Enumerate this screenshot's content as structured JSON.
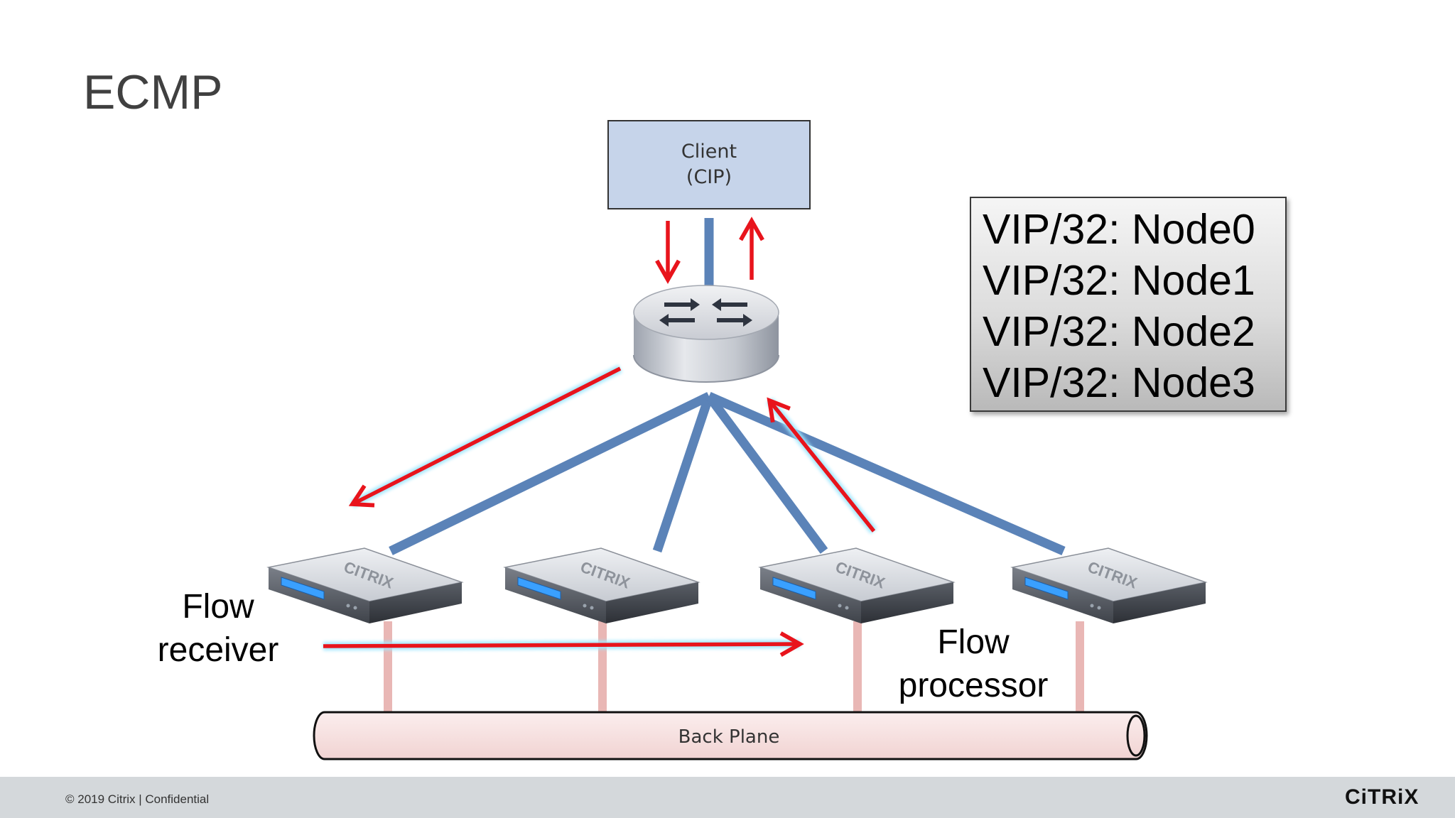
{
  "slide": {
    "title": "ECMP"
  },
  "diagram": {
    "client_line1": "Client",
    "client_line2": "(CIP)",
    "router_icon": "router-icon",
    "appliance_icon": "netscaler-appliance-icon",
    "appliance_brand": "CITRIX",
    "backplane_label": "Back Plane",
    "flow_receiver_line1": "Flow",
    "flow_receiver_line2": "receiver",
    "flow_processor_line1": "Flow",
    "flow_processor_line2": "processor",
    "colors": {
      "link_blue": "#5b83b8",
      "arrow_red": "#e8141c",
      "client_fill": "#c6d4ea",
      "backplane_fill": "#f6dfdf",
      "backplane_link": "#e9b7b5"
    }
  },
  "routing_table": {
    "entries": [
      "VIP/32: Node0",
      "VIP/32: Node1",
      "VIP/32: Node2",
      "VIP/32: Node3"
    ]
  },
  "footer": {
    "copyright": "© 2019 Citrix | Confidential",
    "logo_text": "CiTRiX"
  }
}
